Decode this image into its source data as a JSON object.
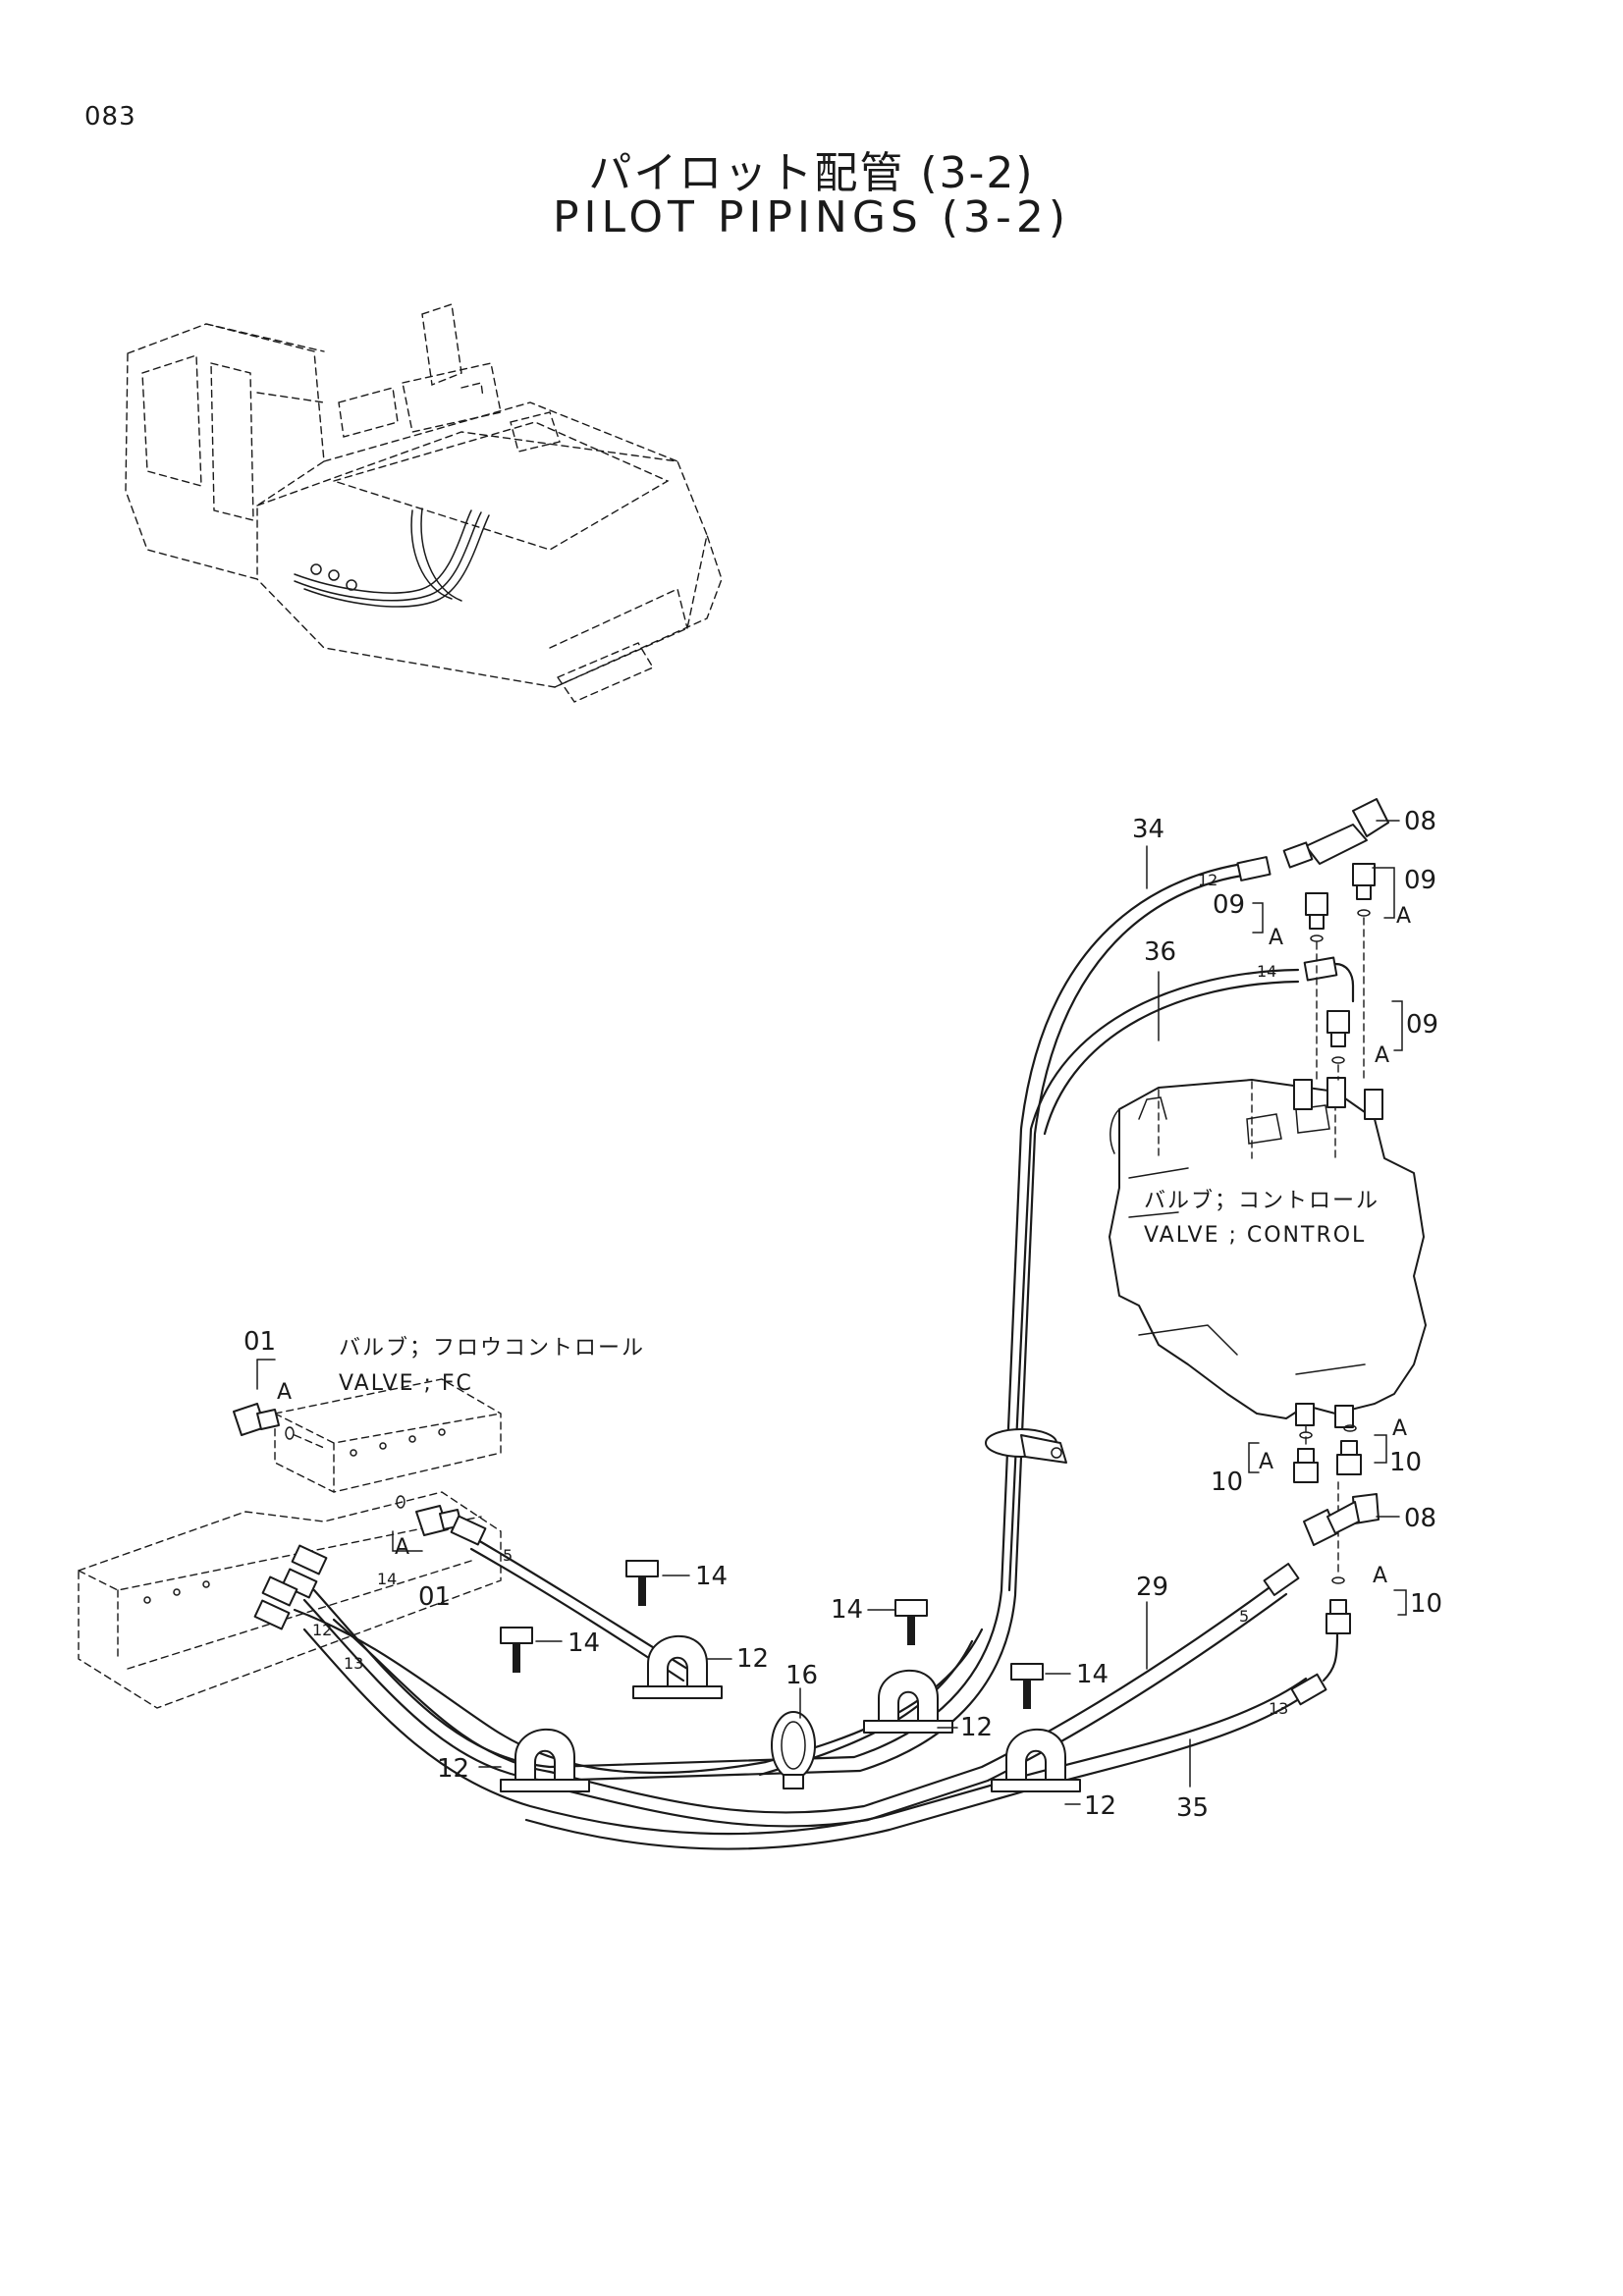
{
  "page_number": "083",
  "title_jp": "パイロット配管 (3-2)",
  "title_en": "PILOT PIPINGS (3-2)",
  "components": {
    "control_valve_jp": "バルブ；コントロール",
    "control_valve_en": "VALVE ; CONTROL",
    "fc_valve_jp": "バルブ；フロウコントロール",
    "fc_valve_en": "VALVE ; FC"
  },
  "part_callouts": {
    "p34": "34",
    "p36": "36",
    "p29": "29",
    "p35": "35",
    "p16": "16",
    "p08_top": "08",
    "p08_bot": "08",
    "p09_a": "09",
    "p09_b": "09",
    "p09_c": "09",
    "p10_a": "10",
    "p10_b": "10",
    "p10_c": "10",
    "p01_top": "01",
    "p01_bot": "01",
    "p14_a": "14",
    "p14_b": "14",
    "p14_c": "14",
    "p14_d": "14",
    "p12_a": "12",
    "p12_b": "12",
    "p12_c": "12",
    "p12_d": "12"
  },
  "hose_size_marks": {
    "s12_top": "12",
    "s14_top": "14",
    "s5_right": "5",
    "s13_right": "13",
    "s5_left": "5",
    "s14_left": "14",
    "s12_left": "12",
    "s13_left": "13"
  },
  "detail_marks": {
    "a1": "A",
    "a2": "A",
    "a3": "A",
    "a4": "A",
    "a5": "A",
    "a6": "A",
    "a7": "A",
    "a8": "A"
  }
}
